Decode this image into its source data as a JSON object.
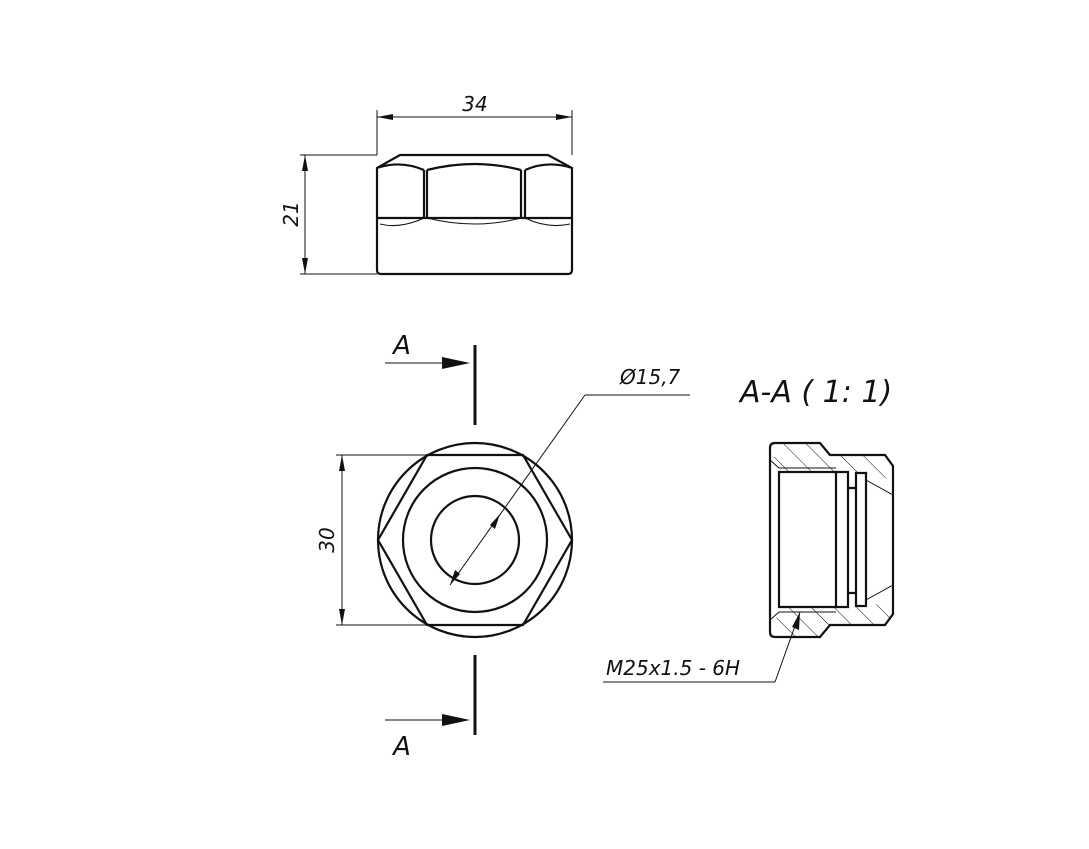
{
  "top_view": {
    "width_dim": "34",
    "height_dim": "21"
  },
  "front_view": {
    "flats_dim": "30",
    "bore_dim": "Ø15,7",
    "section_mark_top": "A",
    "section_mark_bottom": "A"
  },
  "section_view": {
    "title": "A-A ( 1: 1)",
    "thread_label": "M25x1.5 - 6H"
  },
  "colors": {
    "line": "#111111",
    "background": "#ffffff"
  }
}
